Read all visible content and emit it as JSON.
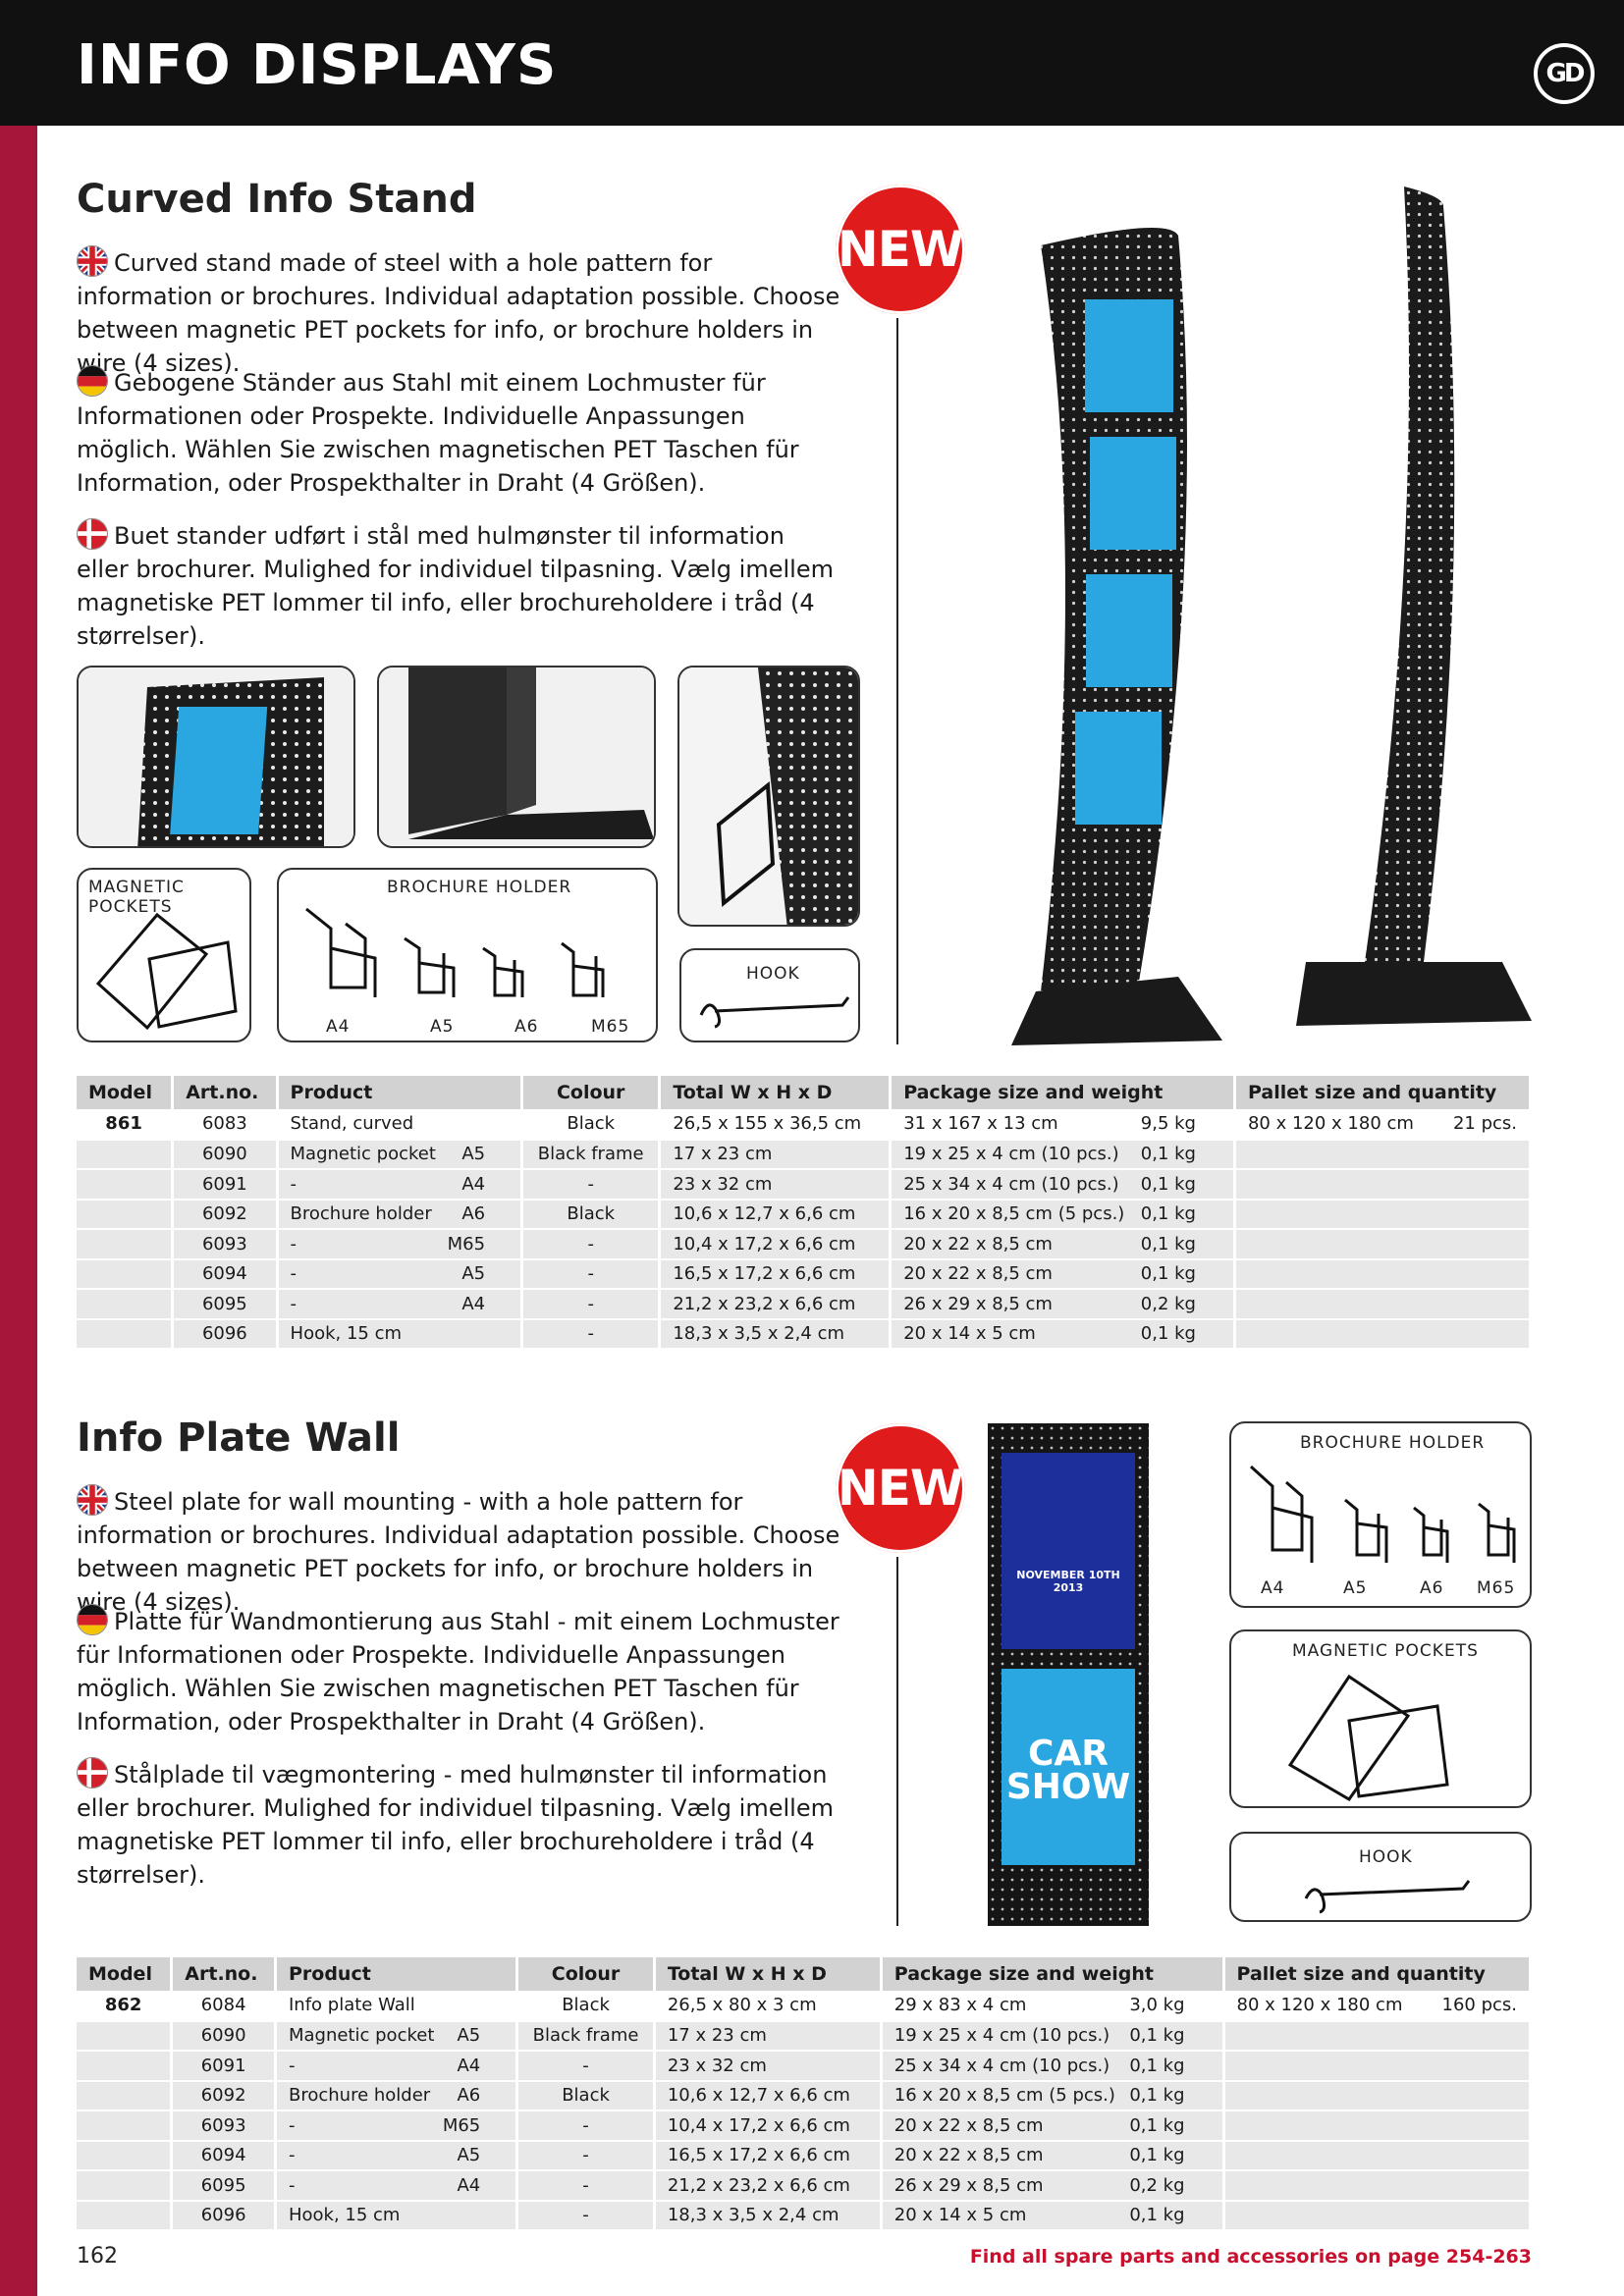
{
  "header": {
    "title": "INFO DISPLAYS",
    "logo": "GD"
  },
  "badge": "NEW",
  "section1": {
    "title": "Curved Info Stand",
    "text_en": "Curved stand made of steel with a hole pattern for information or brochures. Individual adaptation possible. Choose between magnetic PET pockets for info, or brochure holders in wire (4 sizes).",
    "text_de": "Gebogene Ständer aus Stahl mit einem Lochmuster für Informationen oder Prospekte. Individuelle Anpassungen möglich. Wählen Sie zwischen magnetischen PET Taschen für Information, oder Prospekthalter in Draht (4 Größen).",
    "text_da": "Buet stander udført i stål med hulmønster til information eller brochurer. Mulighed for individuel tilpasning. Vælg imellem magnetiske PET lommer til info, eller brochureholdere i tråd (4 størrelser).",
    "labels": {
      "magnetic": "MAGNETIC POCKETS",
      "brochure": "BROCHURE HOLDER",
      "hook": "HOOK",
      "sizes": [
        "A4",
        "A5",
        "A6",
        "M65"
      ]
    }
  },
  "section2": {
    "title": "Info Plate Wall",
    "text_en": "Steel plate for wall mounting - with a hole pattern for information or brochures. Individual adaptation possible. Choose between magnetic PET pockets for info, or brochure holders in wire (4 sizes).",
    "text_de": "Platte für Wandmontierung aus Stahl - mit einem Lochmuster für Informationen oder Prospekte. Individuelle Anpassungen möglich. Wählen Sie zwischen magnetischen PET Taschen für Information, oder Prospekthalter in Draht (4 Größen).",
    "text_da": "Stålplade til vægmontering - med hulmønster til information eller brochurer. Mulighed for individuel tilpasning. Vælg imellem magnetiske PET lommer til info, eller brochureholdere i tråd (4 størrelser).",
    "labels": {
      "brochure": "BROCHURE HOLDER",
      "magnetic": "MAGNETIC POCKETS",
      "hook": "HOOK",
      "sizes": [
        "A4",
        "A5",
        "A6",
        "M65"
      ]
    },
    "poster": {
      "line1": "NOVEMBER 10TH 2013",
      "line2": "CAR",
      "line3": "SHOW"
    }
  },
  "table_headers": [
    "Model",
    "Art.no.",
    "Product",
    "Colour",
    "Total W x H x D",
    "Package size and weight",
    "Pallet size and quantity"
  ],
  "table1": [
    {
      "model": "861",
      "art": "6083",
      "product": "Stand, curved",
      "size": "",
      "colour": "Black",
      "dims": "26,5 x 155 x 36,5  cm",
      "pkg": "31 x 167 x 13 cm",
      "weight": "9,5 kg",
      "pallet": "80 x 120 x 180 cm",
      "qty": "21 pcs."
    },
    {
      "model": "",
      "art": "6090",
      "product": "Magnetic pocket",
      "size": "A5",
      "colour": "Black frame",
      "dims": "17 x 23 cm",
      "pkg": "19 x 25 x 4 cm (10 pcs.)",
      "weight": "0,1 kg",
      "pallet": "",
      "qty": ""
    },
    {
      "model": "",
      "art": "6091",
      "product": "-",
      "size": "A4",
      "colour": "-",
      "dims": "23 x 32 cm",
      "pkg": "25 x 34 x 4 cm (10 pcs.)",
      "weight": "0,1 kg",
      "pallet": "",
      "qty": ""
    },
    {
      "model": "",
      "art": "6092",
      "product": "Brochure holder",
      "size": "A6",
      "colour": "Black",
      "dims": "10,6 x 12,7 x 6,6 cm",
      "pkg": "16 x 20 x 8,5 cm (5 pcs.)",
      "weight": "0,1 kg",
      "pallet": "",
      "qty": ""
    },
    {
      "model": "",
      "art": "6093",
      "product": "-",
      "size": "M65",
      "colour": "-",
      "dims": "10,4 x 17,2 x 6,6 cm",
      "pkg": "20 x 22 x 8,5 cm",
      "weight": "0,1 kg",
      "pallet": "",
      "qty": ""
    },
    {
      "model": "",
      "art": "6094",
      "product": "-",
      "size": "A5",
      "colour": "-",
      "dims": "16,5 x 17,2 x 6,6 cm",
      "pkg": "20 x 22 x 8,5 cm",
      "weight": "0,1 kg",
      "pallet": "",
      "qty": ""
    },
    {
      "model": "",
      "art": "6095",
      "product": "-",
      "size": "A4",
      "colour": "-",
      "dims": "21,2 x 23,2 x 6,6 cm",
      "pkg": "26 x 29 x 8,5 cm",
      "weight": "0,2 kg",
      "pallet": "",
      "qty": ""
    },
    {
      "model": "",
      "art": "6096",
      "product": "Hook, 15 cm",
      "size": "",
      "colour": "-",
      "dims": "18,3 x 3,5 x 2,4 cm",
      "pkg": "20 x 14 x 5 cm",
      "weight": "0,1 kg",
      "pallet": "",
      "qty": ""
    }
  ],
  "table2": [
    {
      "model": "862",
      "art": "6084",
      "product": "Info plate Wall",
      "size": "",
      "colour": "Black",
      "dims": "26,5 x 80 x 3  cm",
      "pkg": "29 x 83 x 4 cm",
      "weight": "3,0 kg",
      "pallet": "80 x 120 x 180 cm",
      "qty": "160 pcs."
    },
    {
      "model": "",
      "art": "6090",
      "product": "Magnetic pocket",
      "size": "A5",
      "colour": "Black frame",
      "dims": "17 x 23 cm",
      "pkg": "19 x 25 x 4 cm (10 pcs.)",
      "weight": "0,1 kg",
      "pallet": "",
      "qty": ""
    },
    {
      "model": "",
      "art": "6091",
      "product": "-",
      "size": "A4",
      "colour": "-",
      "dims": "23 x 32 cm",
      "pkg": "25 x 34 x 4 cm (10 pcs.)",
      "weight": "0,1 kg",
      "pallet": "",
      "qty": ""
    },
    {
      "model": "",
      "art": "6092",
      "product": "Brochure holder",
      "size": "A6",
      "colour": "Black",
      "dims": "10,6 x 12,7 x 6,6 cm",
      "pkg": "16 x 20 x 8,5 cm (5 pcs.)",
      "weight": "0,1 kg",
      "pallet": "",
      "qty": ""
    },
    {
      "model": "",
      "art": "6093",
      "product": "-",
      "size": "M65",
      "colour": "-",
      "dims": "10,4 x 17,2 x 6,6 cm",
      "pkg": "20 x 22 x 8,5 cm",
      "weight": "0,1 kg",
      "pallet": "",
      "qty": ""
    },
    {
      "model": "",
      "art": "6094",
      "product": "-",
      "size": "A5",
      "colour": "-",
      "dims": "16,5 x 17,2 x 6,6 cm",
      "pkg": "20 x 22 x 8,5 cm",
      "weight": "0,1 kg",
      "pallet": "",
      "qty": ""
    },
    {
      "model": "",
      "art": "6095",
      "product": "-",
      "size": "A4",
      "colour": "-",
      "dims": "21,2 x 23,2 x 6,6 cm",
      "pkg": "26 x 29 x 8,5 cm",
      "weight": "0,2 kg",
      "pallet": "",
      "qty": ""
    },
    {
      "model": "",
      "art": "6096",
      "product": "Hook, 15 cm",
      "size": "",
      "colour": "-",
      "dims": "18,3 x 3,5 x 2,4 cm",
      "pkg": "20 x 14 x 5 cm",
      "weight": "0,1 kg",
      "pallet": "",
      "qty": ""
    }
  ],
  "footer": {
    "page": "162",
    "note": "Find all spare parts and accessories on page 254-263"
  },
  "colors": {
    "accent": "#a5163a",
    "badge": "#e01b1b",
    "header": "#111111",
    "pocket": "#2aa6e0"
  }
}
